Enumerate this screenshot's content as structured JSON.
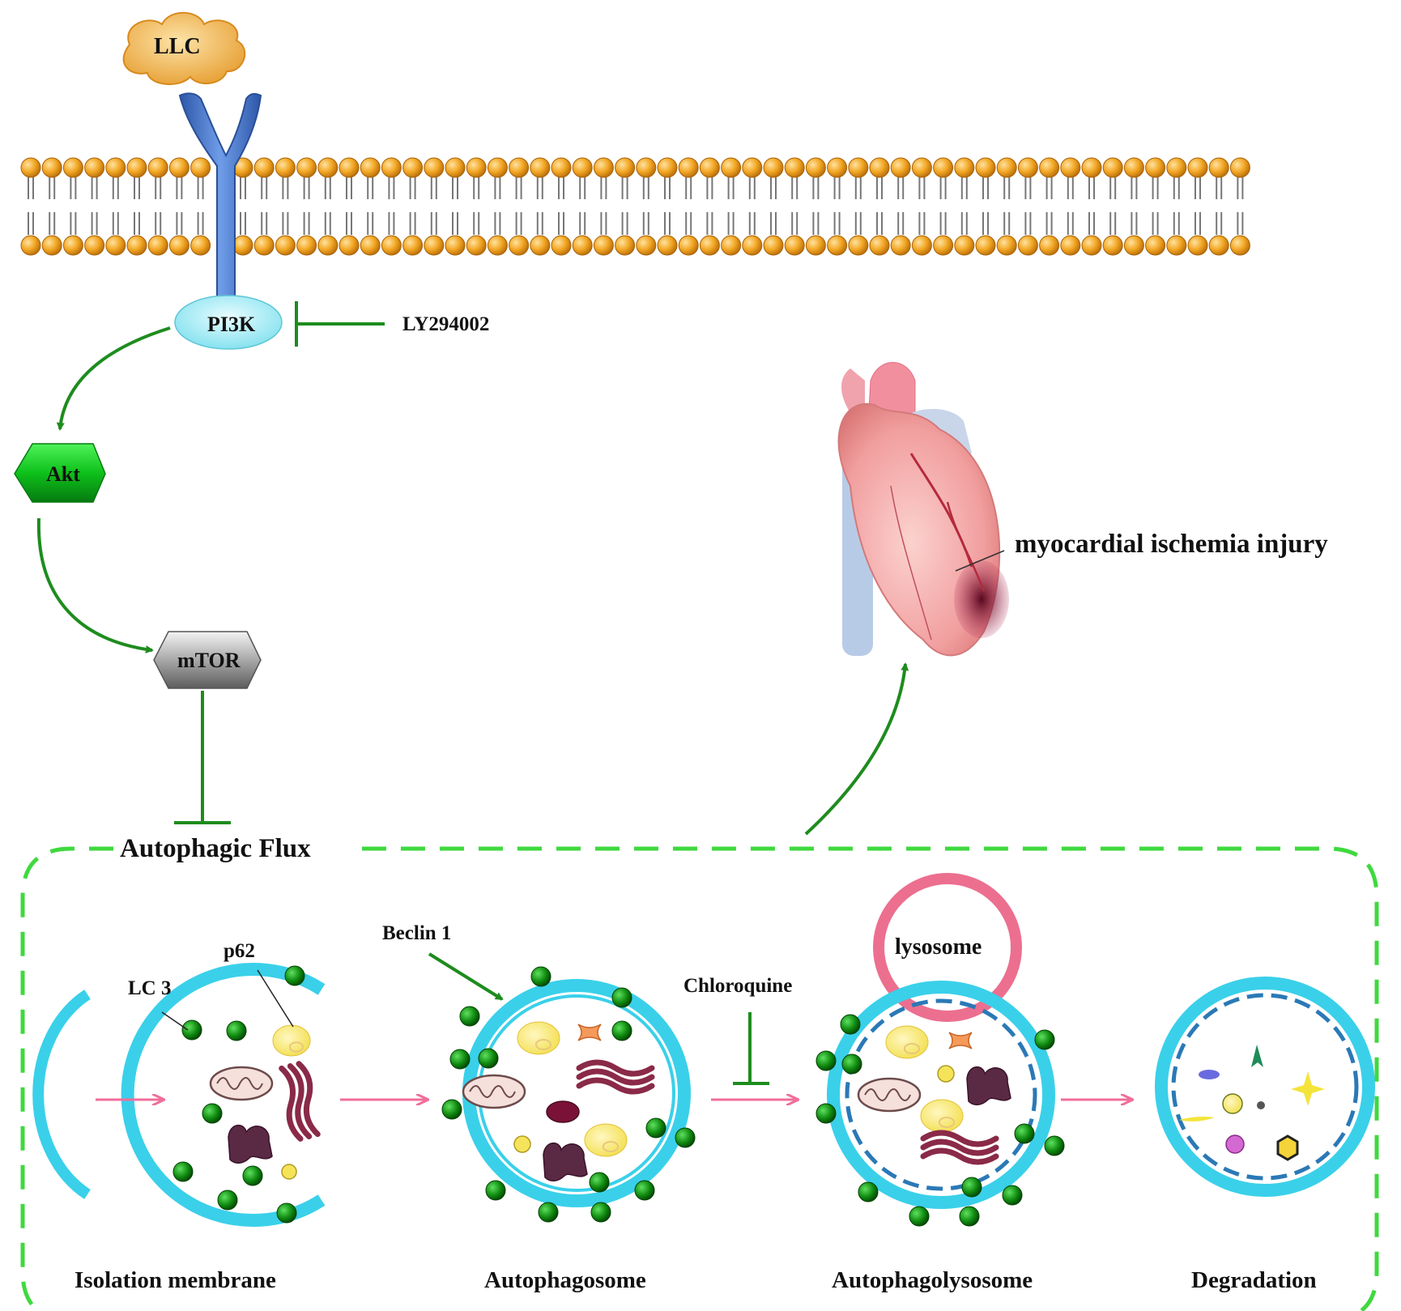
{
  "pathway": {
    "ligand": "LLC",
    "pi3k": "PI3K",
    "inhibitor_pi3k": "LY294002",
    "akt": "Akt",
    "mtor": "mTOR"
  },
  "outcome": {
    "label": "myocardial ischemia injury"
  },
  "flux": {
    "title": "Autophagic Flux",
    "markers": {
      "lc3": "LC 3",
      "p62": "p62",
      "beclin": "Beclin 1",
      "chloroquine": "Chloroquine",
      "lysosome": "lysosome"
    },
    "stages": [
      "Isolation membrane",
      "Autophagosome",
      "Autophagolysosome",
      "Degradation"
    ]
  },
  "colors": {
    "membrane_head": "#f2a623",
    "receptor": "#3f6fc6",
    "pi3k": "#a8ecf4",
    "akt": "#10c41c",
    "mtor": "#9a9a9a",
    "pathway_arrow": "#1e8c1e",
    "flux_border": "#3fd93f",
    "vesicle": "#3ad0ea",
    "lysosome": "#ec6f8f",
    "stage_arrow": "#f06e9a",
    "lc3_dot": "#0f8a0f"
  }
}
